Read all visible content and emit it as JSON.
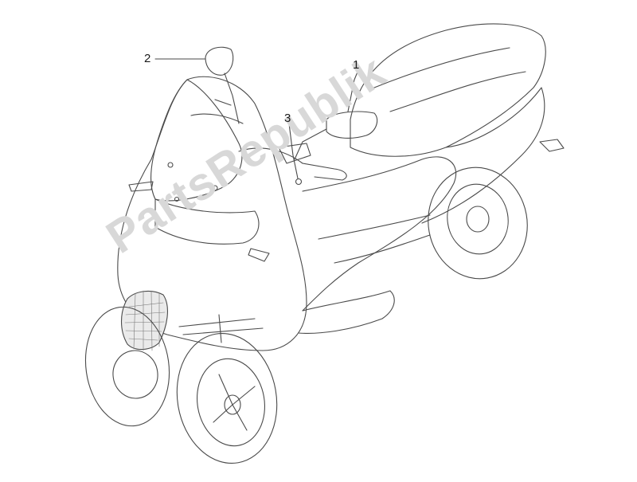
{
  "diagram": {
    "callouts": [
      {
        "number": "1",
        "part": "mirror-right"
      },
      {
        "number": "2",
        "part": "mirror-left"
      },
      {
        "number": "3",
        "part": "control-screw"
      }
    ],
    "watermark": "PartsRepublik",
    "line_color": "#4a4a4a",
    "background": "#ffffff"
  }
}
